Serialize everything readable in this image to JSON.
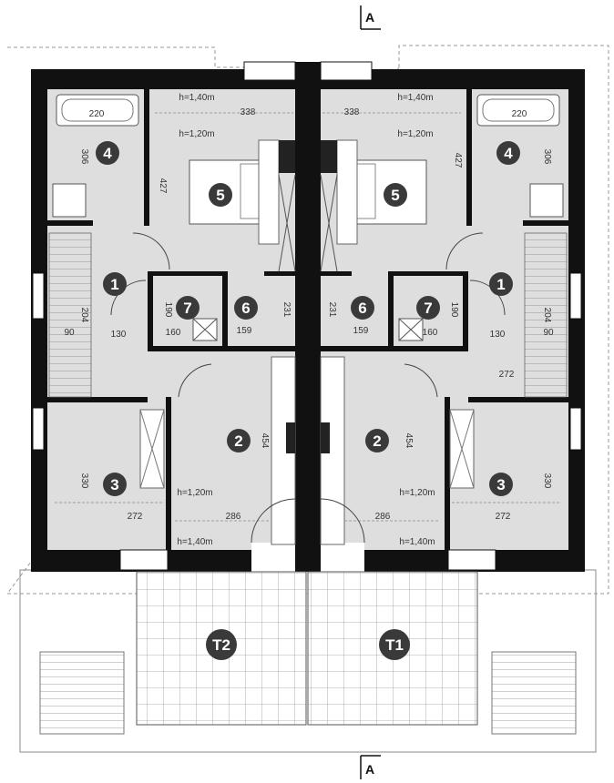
{
  "section_marks": [
    "A",
    "A"
  ],
  "room_numbers": [
    "1",
    "2",
    "3",
    "4",
    "5",
    "6",
    "7",
    "1",
    "2",
    "3",
    "4",
    "5",
    "6",
    "7"
  ],
  "terraces": [
    "T2",
    "T1"
  ],
  "dimensions": {
    "d338": "338",
    "d220": "220",
    "d306": "306",
    "d427": "427",
    "d204": "204",
    "d90": "90",
    "d130": "130",
    "d160": "160",
    "d190": "190",
    "d159": "159",
    "d231": "231",
    "d272": "272",
    "d454": "454",
    "d330": "330",
    "d286": "286",
    "h140": "h=1,40m",
    "h120": "h=1,20m"
  },
  "colors": {
    "wall": "#111111",
    "floor": "#dddddd",
    "terrace": "#ffffff",
    "outline": "#999999"
  }
}
